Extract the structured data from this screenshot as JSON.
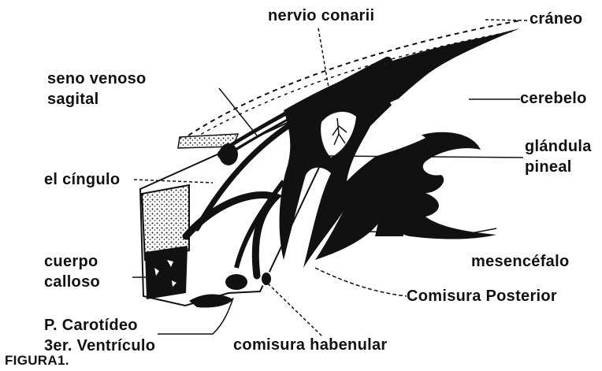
{
  "labels": {
    "nervio_conarii": "nervio conarii",
    "craneo": "cráneo",
    "seno_venoso_1": "seno venoso",
    "seno_venoso_2": "sagital",
    "cerebelo": "cerebelo",
    "glandula_1": "glándula",
    "glandula_2": "pineal",
    "cingulo": "el cíngulo",
    "cuerpo_1": "cuerpo",
    "cuerpo_2": "calloso",
    "mesencefalo": "mesencéfalo",
    "comisura_posterior": "Comisura Posterior",
    "carotideo": "P. Carotídeo",
    "ventriculo": "3er. Ventrículo",
    "comisura_habenular": "comisura habenular",
    "figura": "FIGURA1."
  },
  "colors": {
    "ink": "#111111",
    "paper": "#ffffff"
  }
}
